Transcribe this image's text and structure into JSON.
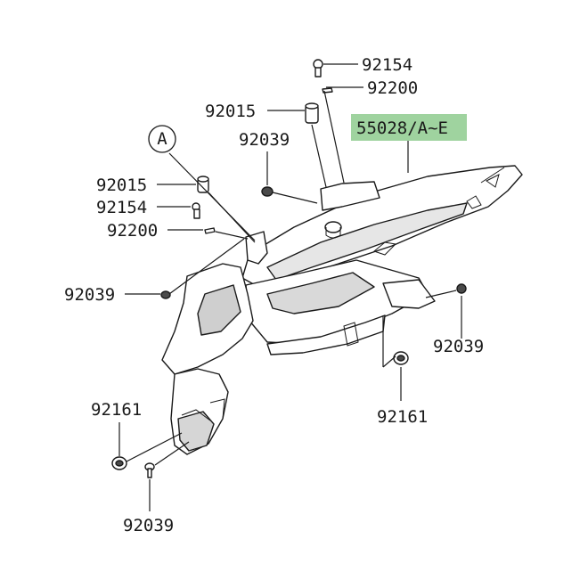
{
  "diagram": {
    "highlight_color": "#9fd39f",
    "callout_letter": "A",
    "labels": {
      "p92154_top": "92154",
      "p92200_top": "92200",
      "p92015_mid": "92015",
      "p55028": "55028/A~E",
      "p92039_mid": "92039",
      "p92015_left": "92015",
      "p92154_left": "92154",
      "p92200_left": "92200",
      "p92039_left": "92039",
      "p92039_right": "92039",
      "p92161_right": "92161",
      "p92161_left": "92161",
      "p92039_bottom": "92039"
    }
  }
}
